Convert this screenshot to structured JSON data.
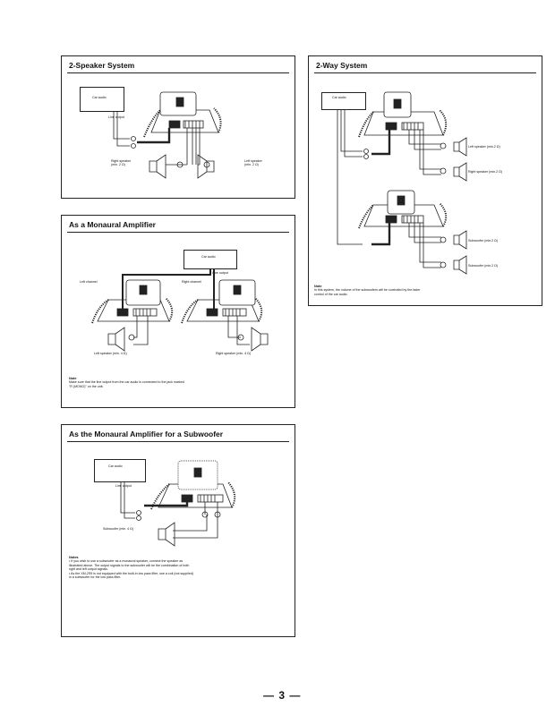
{
  "panels": {
    "two_speaker": {
      "title": "2-Speaker System",
      "car_audio": "Car audio",
      "line_output": "Line output",
      "right_speaker": "Right speaker\n(min. 2 Ω)",
      "left_speaker": "Left speaker\n(min. 2 Ω)"
    },
    "two_way": {
      "title": "2-Way System",
      "car_audio": "Car audio",
      "left_speaker": "Left speaker (min.2 Ω)",
      "right_speaker": "Right speaker (min.2 Ω)",
      "subwoofer_1": "Subwoofer (min.2 Ω)",
      "subwoofer_2": "Subwoofer (min.2 Ω)",
      "note_title": "Note",
      "note_text": "In this system, the volume of the subwoofers will be controlled by the fader control of the car audio."
    },
    "monaural": {
      "title": "As a Monaural Amplifier",
      "car_audio": "Car audio",
      "line_output": "Line output",
      "left_channel": "Left channel",
      "right_channel": "Right channel",
      "left_speaker": "Left speaker (min. 4 Ω)",
      "right_speaker": "Right speaker (min. 4 Ω)",
      "note_title": "Note",
      "note_text": "Make sure that the line output from the car audio is connected to the jack marked \"R (MONO)\" on the unit."
    },
    "subwoofer": {
      "title": "As the Monaural Amplifier for a Subwoofer",
      "car_audio": "Car audio",
      "line_output": "Line output",
      "subwoofer_speaker": "Subwoofer (min. 4 Ω)",
      "note_title": "Notes",
      "note_items": [
        "• If you wish to use a subwoofer as a monaural speaker, connect the speaker as illustrated above. The output signals to the subwoofer will be the combination of both right and left output signals.",
        "• As the XM-2S9 is not equipped with the built-in low pass filter, use a coil (not supplied) in a subwoofer for the low pass filter."
      ]
    }
  },
  "page_number": "— 3 —"
}
